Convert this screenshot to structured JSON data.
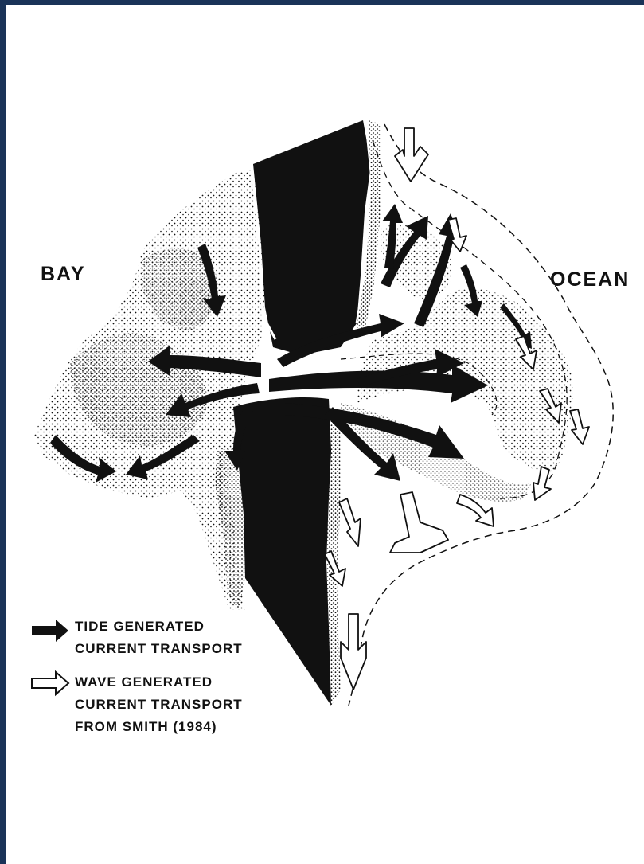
{
  "labels": {
    "bay": "BAY",
    "ocean": "OCEAN"
  },
  "legend": {
    "tide_line1": "TIDE GENERATED",
    "tide_line2": "CURRENT TRANSPORT",
    "wave_line1": "WAVE GENERATED",
    "wave_line2": "CURRENT TRANSPORT",
    "wave_line3": "FROM SMITH (1984)"
  },
  "colors": {
    "frame": "#1a3358",
    "ink": "#111111",
    "paper": "#ffffff"
  }
}
